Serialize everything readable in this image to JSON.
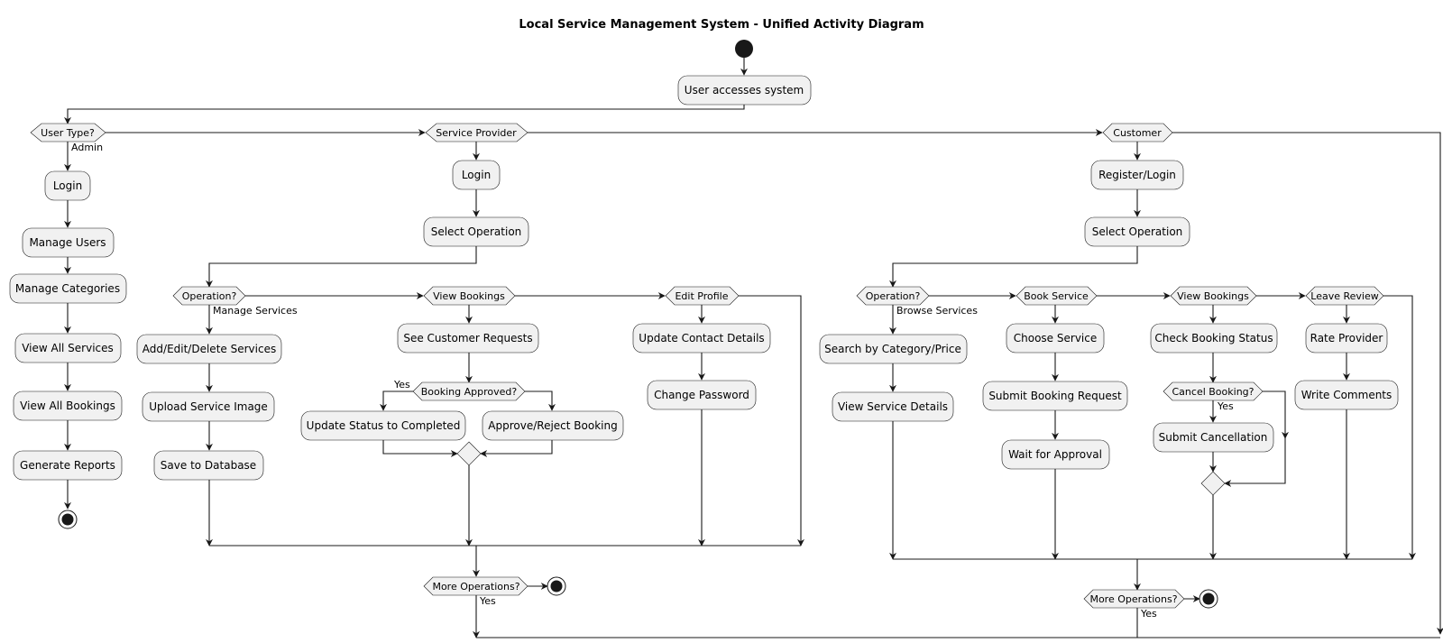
{
  "title": "Local Service Management System - Unified Activity Diagram",
  "colors": {
    "node_fill": "#f1f1f1",
    "line": "#181818",
    "background": "#ffffff"
  },
  "start": {
    "activity": "User accesses system",
    "decision": "User Type?"
  },
  "admin": {
    "branch_label": "Admin",
    "activities": [
      "Login",
      "Manage Users",
      "Manage Categories",
      "View All Services",
      "View All Bookings",
      "Generate Reports"
    ]
  },
  "provider": {
    "branch": "Service Provider",
    "login": "Login",
    "select_operation": "Select Operation",
    "operation_decision": "Operation?",
    "manage_label": "Manage Services",
    "manage_steps": [
      "Add/Edit/Delete Services",
      "Upload Service Image",
      "Save to Database"
    ],
    "view_bookings": "View Bookings",
    "see_requests": "See Customer Requests",
    "booking_approved": "Booking Approved?",
    "yes_label": "Yes",
    "update_status": "Update Status to Completed",
    "approve_reject": "Approve/Reject Booking",
    "edit_profile": "Edit Profile",
    "edit_steps": [
      "Update Contact Details",
      "Change Password"
    ],
    "more_operations": "More Operations?",
    "more_yes": "Yes"
  },
  "customer": {
    "branch": "Customer",
    "login": "Register/Login",
    "select_operation": "Select Operation",
    "operation_decision": "Operation?",
    "browse_label": "Browse Services",
    "browse_steps": [
      "Search by Category/Price",
      "View Service Details"
    ],
    "book_service": "Book Service",
    "book_steps": [
      "Choose Service",
      "Submit Booking Request",
      "Wait for Approval"
    ],
    "view_bookings": "View Bookings",
    "check_status": "Check Booking Status",
    "cancel_booking": "Cancel Booking?",
    "cancel_yes": "Yes",
    "submit_cancellation": "Submit Cancellation",
    "leave_review": "Leave Review",
    "review_steps": [
      "Rate Provider",
      "Write Comments"
    ],
    "more_operations": "More Operations?",
    "more_yes": "Yes"
  }
}
